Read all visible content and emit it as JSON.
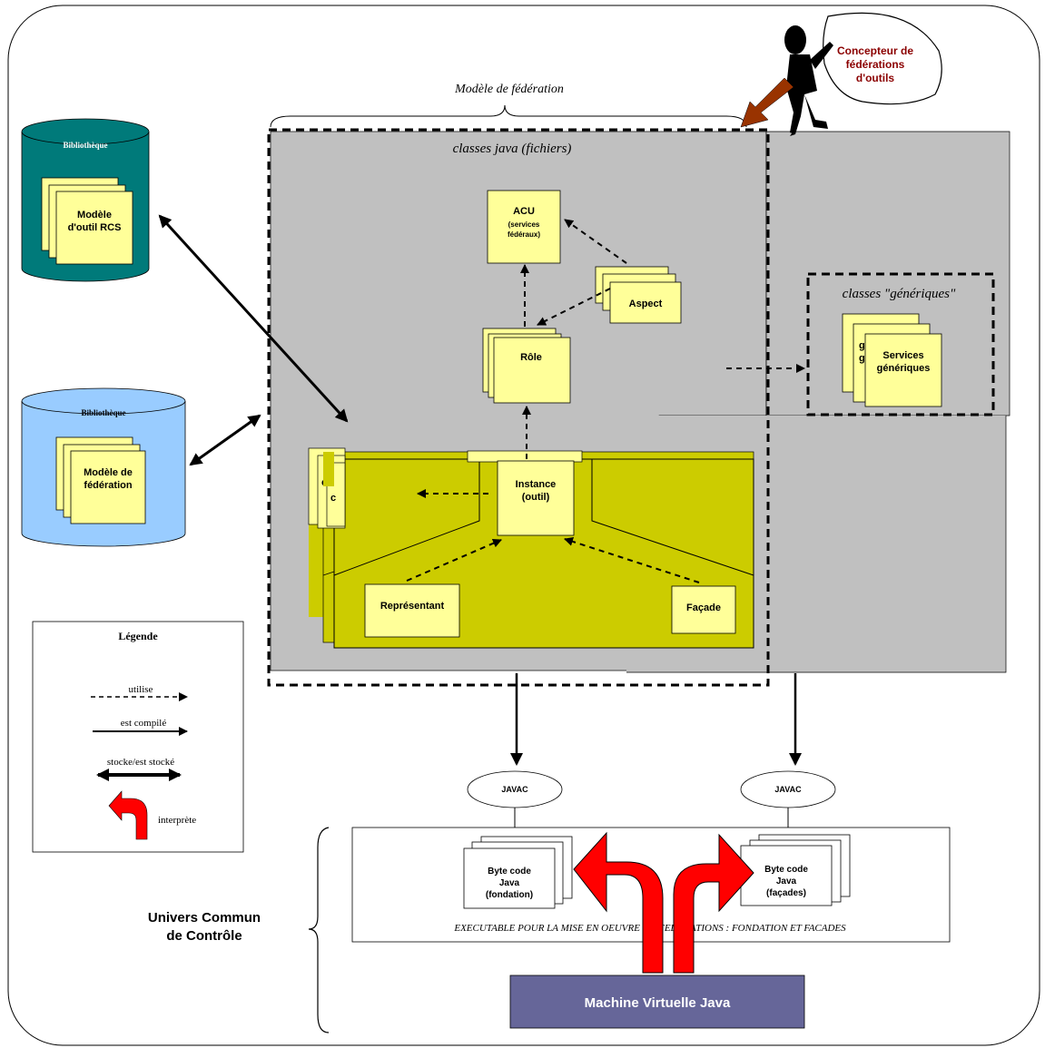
{
  "model_brace_label": "Modèle de fédération",
  "java_classes_label": "classes java (fichiers)",
  "generic_classes_label": "classes \"génériques\"",
  "designer_label": [
    "Concepteur de",
    "fédérations",
    "d'outils"
  ],
  "library_rcs": {
    "title": "Bibliothèque",
    "doc": [
      "Modèle",
      "d'outil RCS"
    ]
  },
  "library_federation": {
    "title": "Bibliothèque",
    "doc": [
      "Modèle de",
      "fédération"
    ]
  },
  "notes": {
    "acu": [
      "ACU",
      "(services",
      "fédéraux)"
    ],
    "aspect": "Aspect",
    "role": "Rôle",
    "instance": [
      "Instance",
      "(outil)"
    ],
    "representant": "Représentant",
    "facade": "Façade",
    "services_generiques": [
      "Services",
      "génériques"
    ],
    "services_generiques_partial": [
      "g",
      "g"
    ],
    "left_stack_partial": [
      "c",
      "c"
    ]
  },
  "legend": {
    "title": "Légende",
    "uses": "utilise",
    "compiled": "est compilé",
    "stores": "stocke/est stocké",
    "interprets": "interprète"
  },
  "javac_left": "JAVAC",
  "javac_right": "JAVAC",
  "bytecode_fondation": [
    "Byte code",
    "Java",
    "(fondation)"
  ],
  "bytecode_facades": [
    "Byte code",
    "Java",
    "(façades)"
  ],
  "executable_label": "EXECUTABLE POUR LA MISE EN OEUVRE DE FEDERATIONS : FONDATION ET FACADES",
  "univers_label": [
    "Univers Commun",
    "de Contrôle"
  ],
  "jvm_label": "Machine Virtuelle Java",
  "colors": {
    "canvas_gray": "#c0c0c0",
    "note_yellow": "#ffff99",
    "olive": "#cccc00",
    "teal_cylinder": "#007a7a",
    "blue_cylinder": "#99ccff",
    "jvm_purple": "#666699",
    "red_arrow": "#ff0000",
    "designer_text": "#8b0000",
    "brown_arrow": "#993300"
  }
}
